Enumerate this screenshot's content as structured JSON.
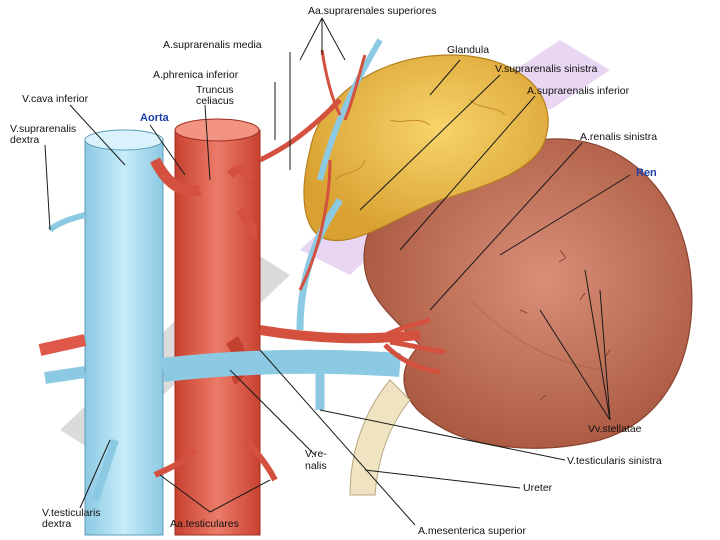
{
  "labels": {
    "aa_suprarenales_superiores": "Aa.suprarenales superiores",
    "a_suprarenalis_media": "A.suprarenalis media",
    "glandula": "Glandula",
    "v_suprarenalis_sinistra": "V.suprarenalis sinistra",
    "a_phrenica_inferior": "A.phrenica inferior",
    "a_suprarenalis_inferior": "A.suprarenalis inferior",
    "v_cava_inferior": "V.cava inferior",
    "truncus_line1": "Truncus",
    "truncus_line2": "celiacus",
    "aorta": "Aorta",
    "v_suprarenalis_dextra_line1": "V.suprarenalis",
    "v_suprarenalis_dextra_line2": "dextra",
    "a_renalis_sinistra": "A.renalis sinistra",
    "ren": "Ren",
    "vv_stellatae": "Vv.stellatae",
    "v_renalis_line1": "V.re-",
    "v_renalis_line2": "nalis",
    "v_testicularis_sinistra": "V.testicularis sinistra",
    "ureter": "Ureter",
    "v_testicularis_dextra_line1": "V.testicularis",
    "v_testicularis_dextra_line2": "dextra",
    "aa_testiculares": "Aa.testiculares",
    "a_mesenterica_superior": "A.mesenterica superior"
  },
  "colors": {
    "vein": "#a9dcef",
    "artery": "#e0584a",
    "gland": "#f2c24e",
    "kidney": "#c97a63",
    "ureter": "#efe3c2",
    "label_blue": "#1d3fa8"
  }
}
